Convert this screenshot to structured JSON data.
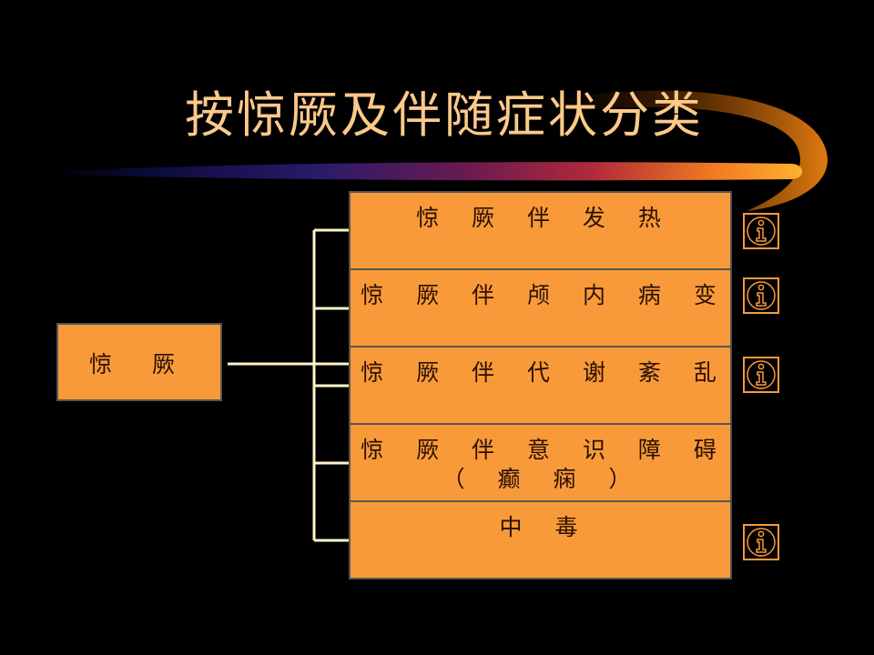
{
  "slide": {
    "title": "按惊厥及伴随症状分类",
    "root": {
      "label": "惊 厥"
    },
    "children": [
      {
        "label": "惊 厥 伴 发 热",
        "sub": ""
      },
      {
        "label": "惊 厥 伴 颅 内 病 变",
        "sub": ""
      },
      {
        "label": "惊 厥 伴 代 谢 紊 乱",
        "sub": ""
      },
      {
        "label": "惊 厥 伴 意 识 障 碍",
        "sub": "（ 癫 痫 ）"
      },
      {
        "label": "中 毒",
        "sub": ""
      }
    ],
    "info_icons": [
      "info-icon",
      "info-icon",
      "info-icon",
      "info-icon"
    ],
    "colors": {
      "background": "#000000",
      "title": "#FDC98A",
      "box_fill": "#F99A3A",
      "connector": "#FFF4C8",
      "icon_stroke": "#F99A3A"
    }
  }
}
